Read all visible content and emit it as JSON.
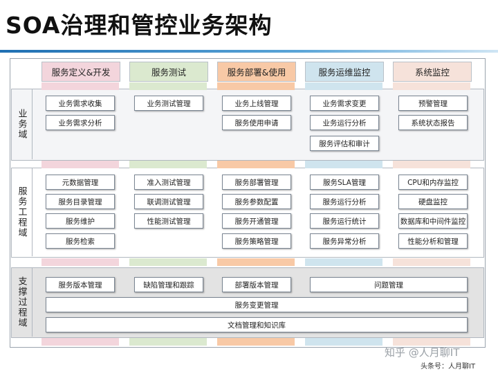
{
  "title": "SOA治理和管控业务架构",
  "columns": [
    {
      "label": "服务定义&开发",
      "color": "#f3d5dc"
    },
    {
      "label": "服务测试",
      "color": "#dbe9cf"
    },
    {
      "label": "服务部署&使用",
      "color": "#f8c9a6"
    },
    {
      "label": "服务运维监控",
      "color": "#cfe4ee"
    },
    {
      "label": "系统监控",
      "color": "#f6e2da"
    }
  ],
  "domains": [
    {
      "label": "业务域",
      "background": "#f4f5f7"
    },
    {
      "label": "服务工程域",
      "background": "#ffffff"
    },
    {
      "label": "支撑过程域",
      "background": "#e3e3e3"
    }
  ],
  "business_domain": {
    "col1": [
      "业务需求收集",
      "业务需求分析"
    ],
    "col2": [
      "业务测试管理"
    ],
    "col3": [
      "业务上线管理",
      "服务使用申请"
    ],
    "col4": [
      "业务需求变更",
      "业务运行分析",
      "服务评估和审计"
    ],
    "col5": [
      "预警管理",
      "系统状态报告"
    ]
  },
  "engineering_domain": {
    "col1": [
      "元数据管理",
      "服务目录管理",
      "服务维护",
      "服务检索"
    ],
    "col2": [
      "准入测试管理",
      "联调测试管理",
      "性能测试管理"
    ],
    "col3": [
      "服务部署管理",
      "服务参数配置",
      "服务开通管理",
      "服务策略管理"
    ],
    "col4": [
      "服务SLA管理",
      "服务运行分析",
      "服务运行统计",
      "服务异常分析"
    ],
    "col5": [
      "CPU和内存监控",
      "硬盘监控",
      "数据库和中间件监控",
      "性能分析和管理"
    ]
  },
  "support_domain": {
    "row1": [
      "服务版本管理",
      "缺陷管理和跟踪",
      "部署版本管理",
      "问题管理"
    ],
    "row2": "服务变更管理",
    "row3": "文档管理和知识库"
  },
  "watermark": "知乎 @人月聊IT",
  "footer": "头条号：人月聊IT"
}
